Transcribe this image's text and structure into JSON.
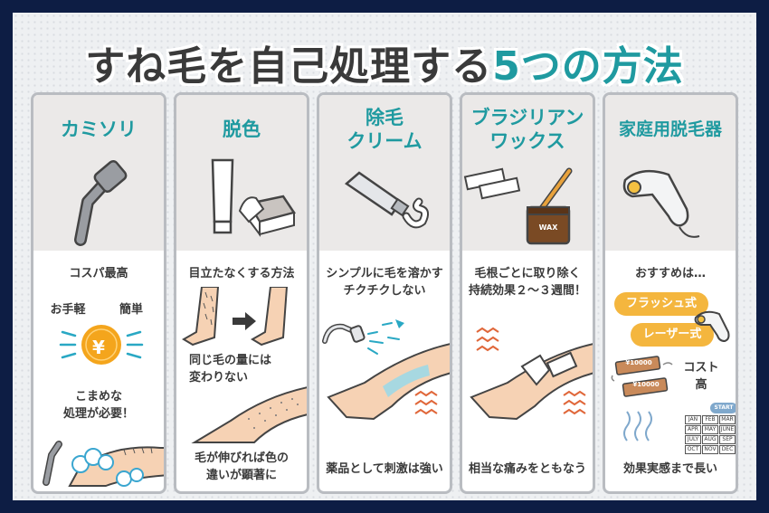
{
  "title": {
    "part1": "すね毛を自己処理する",
    "part2": "5つの方法"
  },
  "columns": [
    {
      "heading": [
        "カミソリ"
      ],
      "feature": "コスパ最高",
      "label_left": "お手軽",
      "label_right": "簡単",
      "coin_symbol": "¥",
      "note": [
        "こまめな",
        "処理が必要！"
      ]
    },
    {
      "heading": [
        "脱色"
      ],
      "feature": "目立たなくする方法",
      "note_mid": [
        "同じ毛の量には",
        "変わりない"
      ],
      "note_bottom": [
        "毛が伸びれば色の",
        "違いが顕著に"
      ]
    },
    {
      "heading": [
        "除毛",
        "クリーム"
      ],
      "feature": [
        "シンプルに毛を溶かす",
        "チクチクしない"
      ],
      "note_bottom": "薬品として刺激は強い"
    },
    {
      "heading": [
        "ブラジリアン",
        "ワックス"
      ],
      "jar_label": "WAX",
      "feature": [
        "毛根ごとに取り除く",
        "持続効果２～３週間！"
      ],
      "note_bottom": "相当な痛みをともなう"
    },
    {
      "heading": [
        "家庭用脱毛器"
      ],
      "feature": "おすすめは…",
      "pill1": "フラッシュ式",
      "pill2": "レーザー式",
      "cost": [
        "コスト",
        "高"
      ],
      "bill": "¥10000",
      "calendar_start": "START",
      "calendar": [
        "JAN",
        "FEB",
        "MAR",
        "APR",
        "MAY",
        "JUNE",
        "JULY",
        "AUG",
        "SEP",
        "OCT",
        "NOV",
        "DEC"
      ],
      "note_bottom": "効果実感まで長い"
    }
  ],
  "colors": {
    "accent": "#1f9aa0",
    "panel_bg": "#ebe9e8",
    "frame": "#0d1d44",
    "coin": "#f4a51c",
    "pill": "#f4b63e",
    "wavy": "#e0673a"
  }
}
